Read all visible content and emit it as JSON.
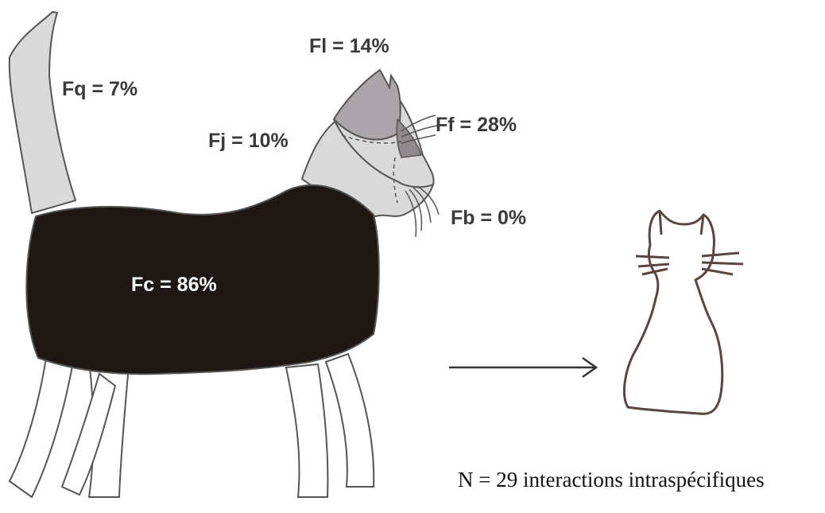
{
  "labels": {
    "queue": "Fq = 7%",
    "lower_ear": "Fl = 14%",
    "cheek": "Fj = 10%",
    "forehead": "Ff = 28%",
    "mouth": "Fb = 0%",
    "body": "Fc = 86%"
  },
  "caption": "N = 29 interactions intraspécifiques",
  "colors": {
    "body": "#1f1713",
    "light_regions": "#d9d9d9",
    "ear_region": "#a9a5a8",
    "forehead_region": "#8f8a8d",
    "outline": "#555555",
    "small_cat": "#5a4540"
  },
  "icons": {
    "arrow": "right-arrow",
    "small_cat": "sitting-cat-outline"
  }
}
